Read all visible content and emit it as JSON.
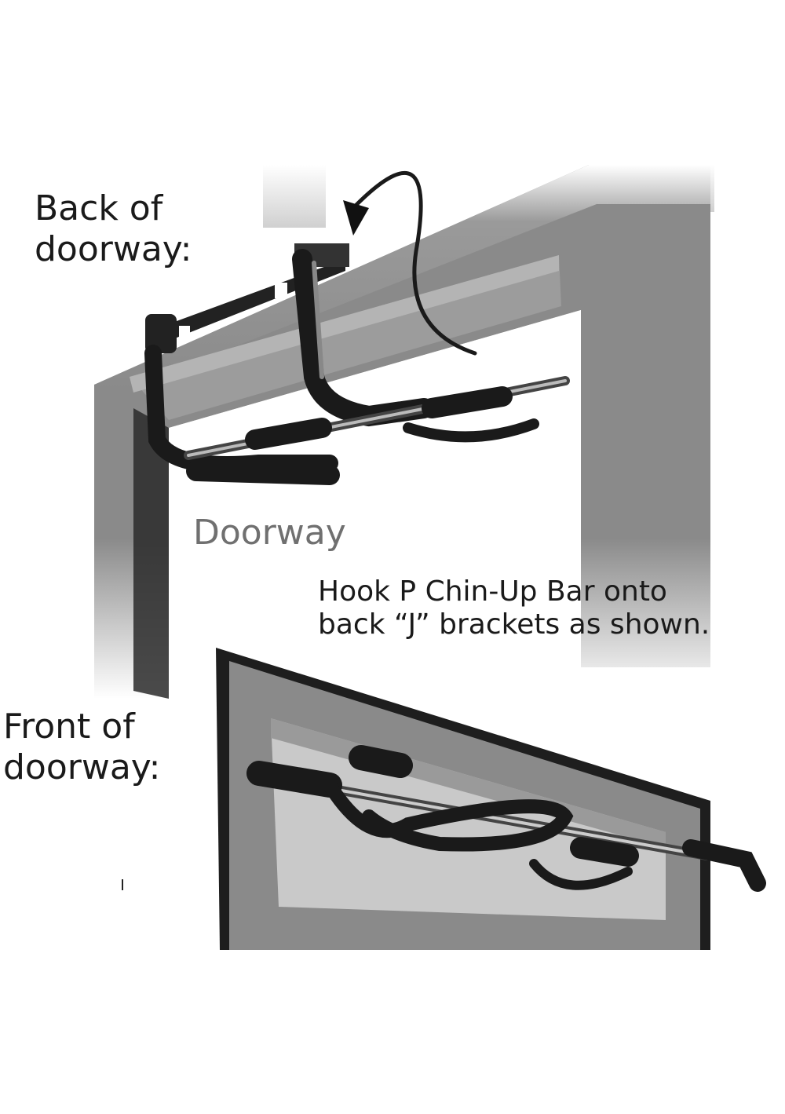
{
  "labels": {
    "back_line1": "Back of",
    "back_line2": "doorway:",
    "doorway": "Doorway",
    "instruction_line1": "Hook P Chin-Up Bar onto",
    "instruction_line2": "back “J” brackets as shown.",
    "front_line1": "Front of",
    "front_line2": "doorway:"
  }
}
